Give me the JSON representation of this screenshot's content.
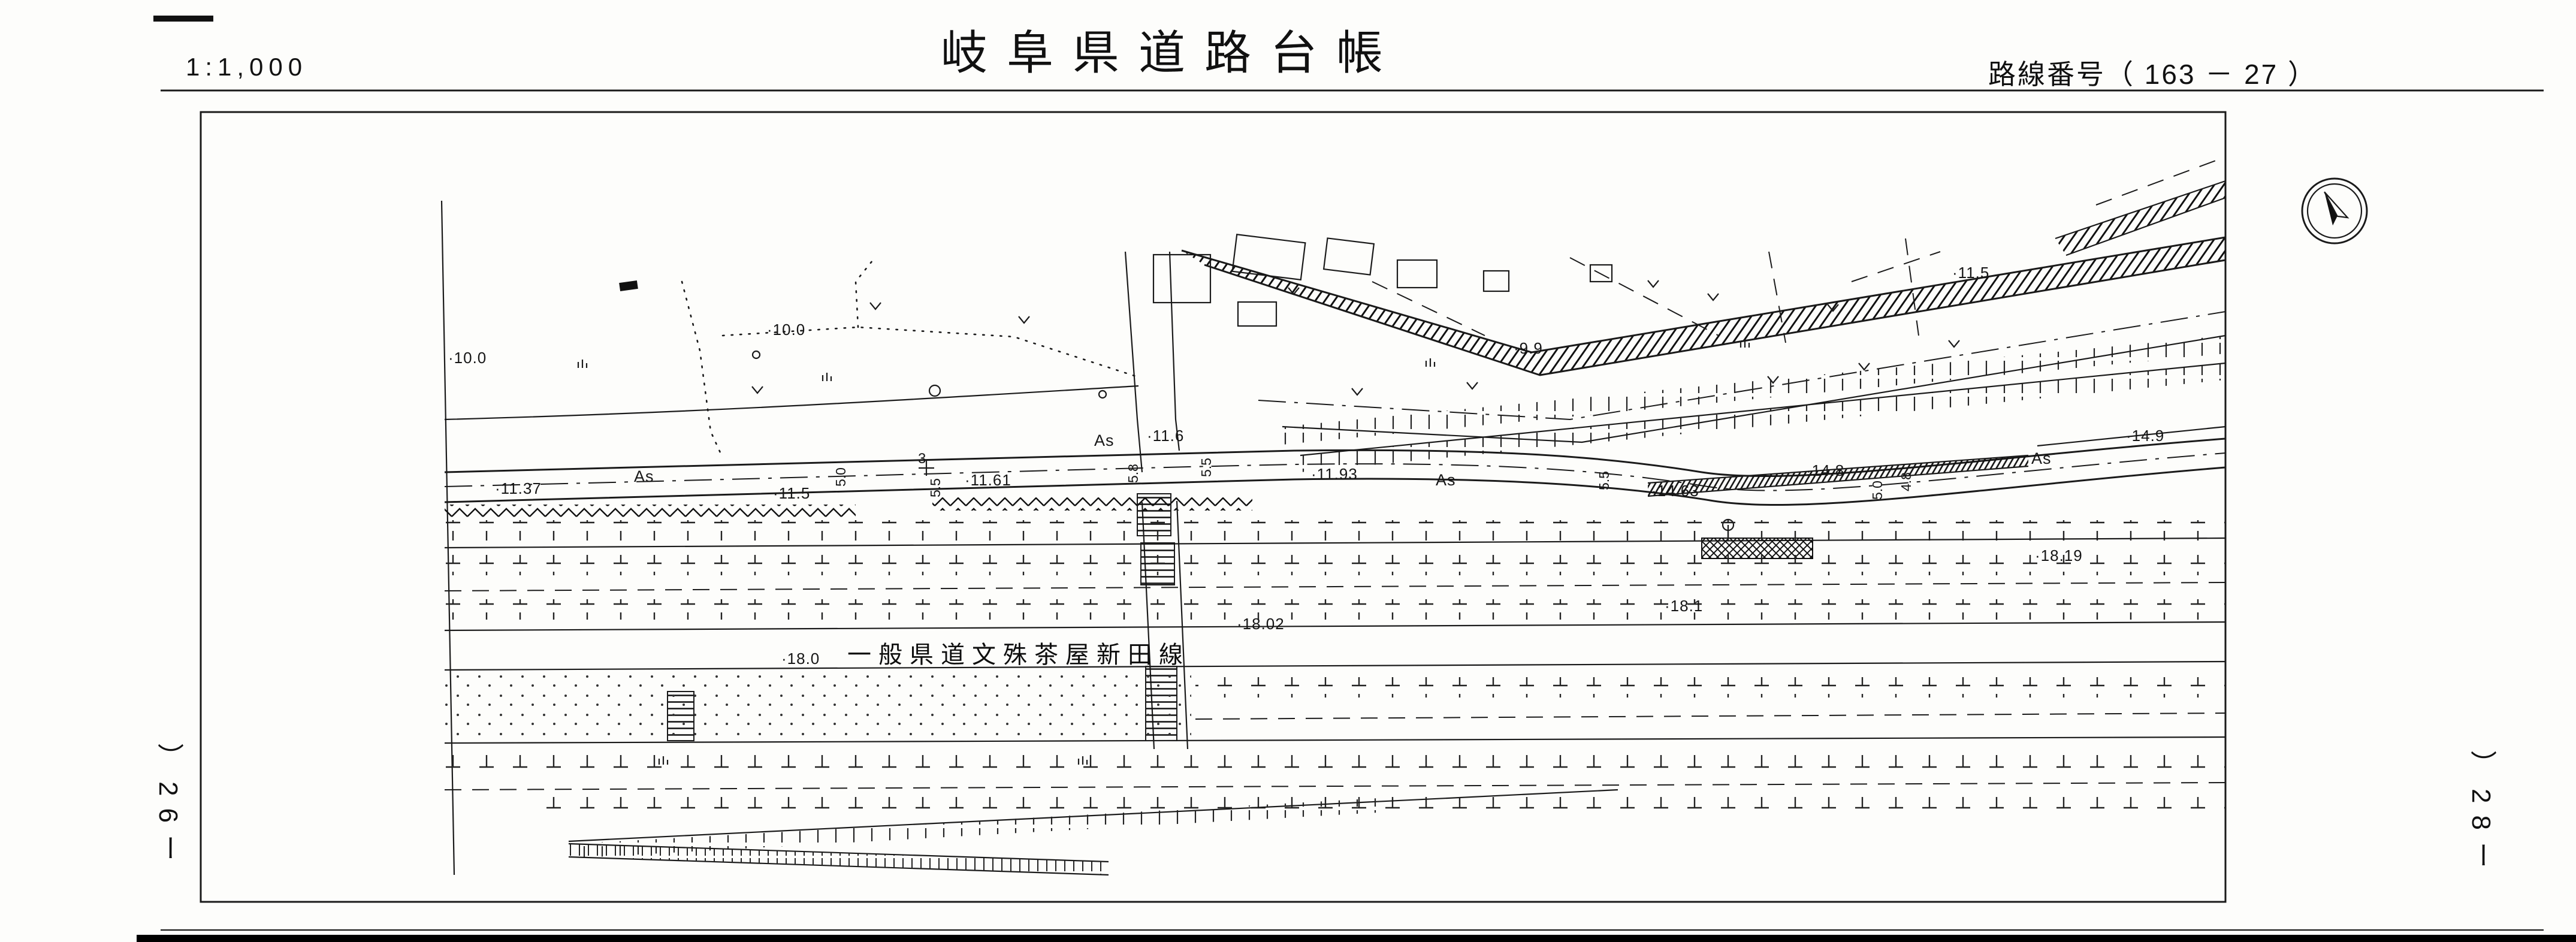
{
  "header": {
    "scale": "1:1,000",
    "title": "岐阜県道路台帳",
    "route_label": "路線番号（ 163 － 27 ）"
  },
  "sheet_refs": {
    "left": "）26ー",
    "right": "）28ー"
  },
  "map": {
    "road_name": "一般県道文殊茶屋新田線",
    "surface_labels": [
      "As",
      "As",
      "As",
      "As"
    ],
    "spot_elevations": [
      "·10.0",
      "·10.0",
      "·9.9",
      "·11.5",
      "·11.37",
      "·11.5",
      "·11.61",
      "·11.6",
      "·11.93",
      "·14.63",
      "·14.8",
      "·14.9",
      "·18.02",
      "·18.0",
      "·18.1",
      "·18.19"
    ],
    "width_dims": [
      "5.0",
      "3",
      "5.5",
      "5.8",
      "5.5",
      "5.5",
      "5.0",
      "4.8"
    ],
    "north_arrow_icon": "north-arrow"
  }
}
